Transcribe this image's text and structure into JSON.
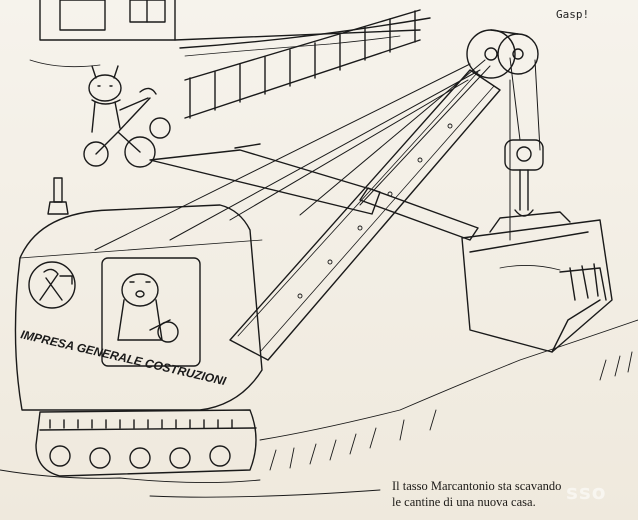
{
  "illustration": {
    "speech_bubble": "Gasp!",
    "cab_lettering": "IMPRESA GENERALE COSTRUZIONI",
    "caption_line_1": "Il tasso Marcantonio sta scavando",
    "caption_line_2": "le cantine di una nuova casa.",
    "watermark": "sso"
  },
  "colors": {
    "paper": "#f3efe6",
    "ink": "#1a1a1a"
  }
}
